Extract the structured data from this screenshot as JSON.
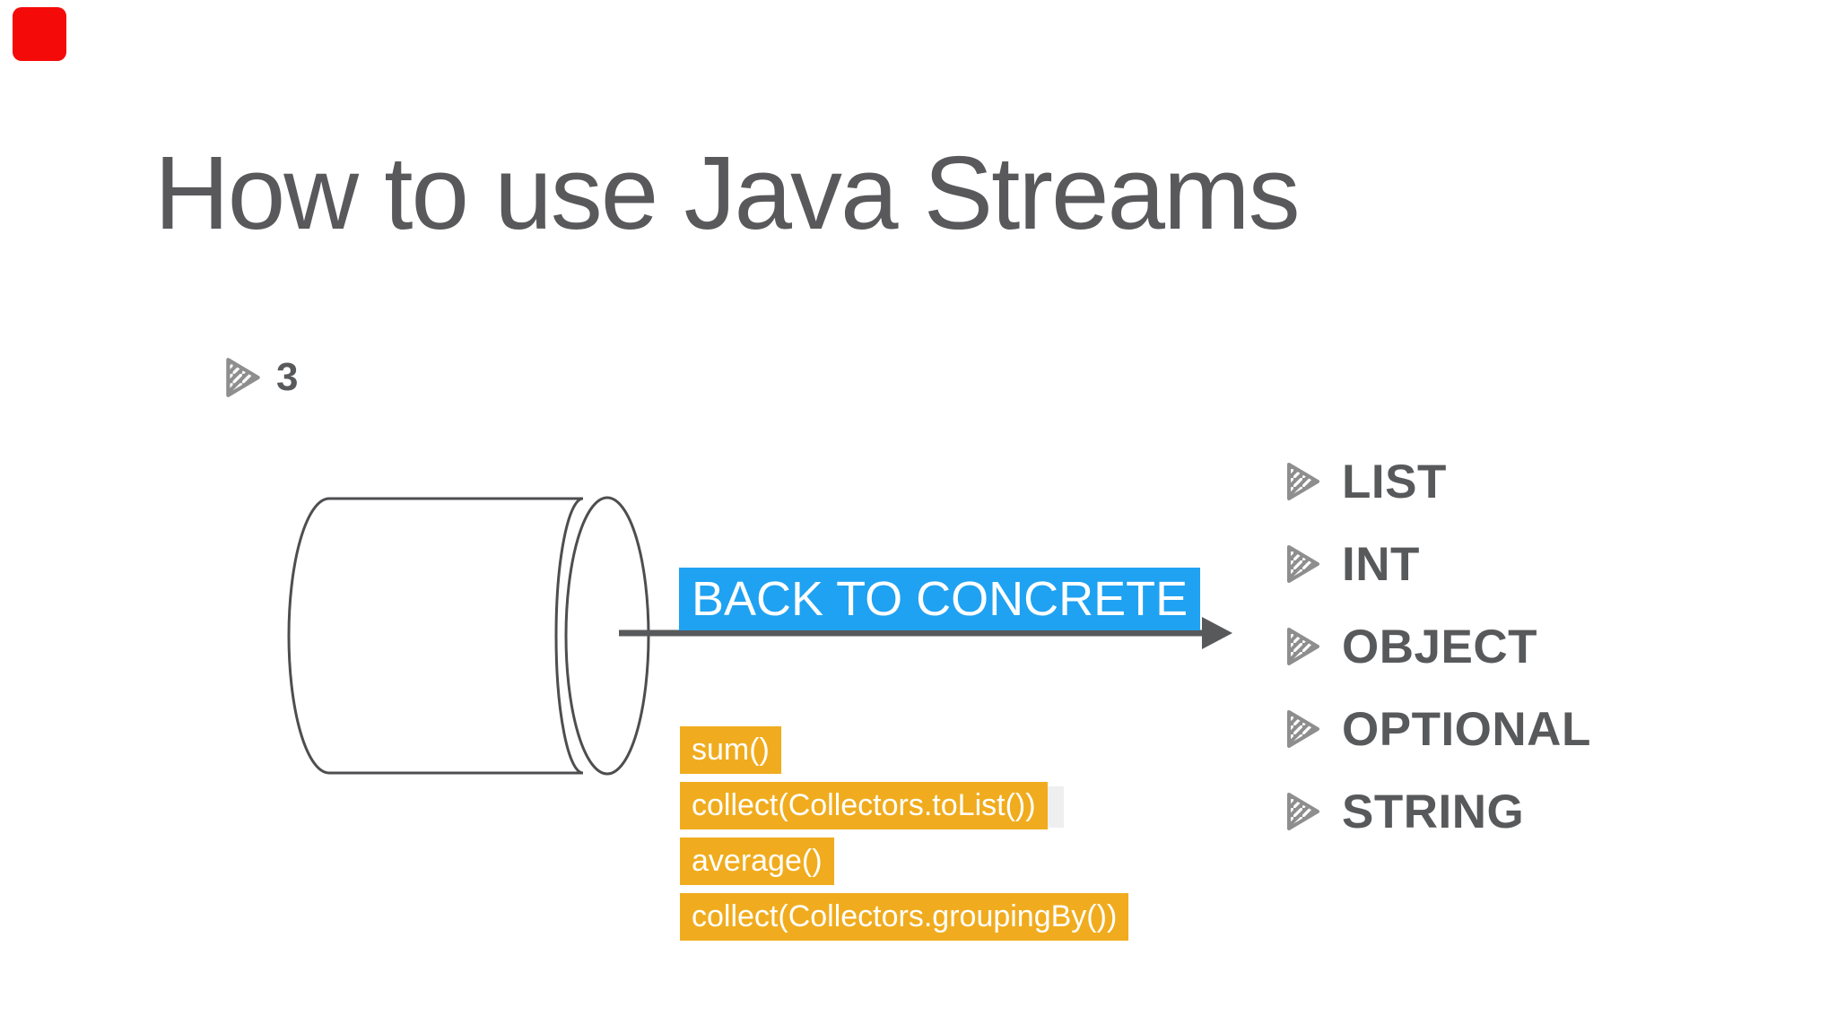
{
  "slide": {
    "title": "How to use Java Streams",
    "step_marker": {
      "number": "3",
      "icon": "hatched-play-triangle-icon"
    },
    "arrow_label": {
      "text": "BACK TO CONCRETE"
    },
    "operations": {
      "items": [
        "sum()",
        "collect(Collectors.toList())",
        "average()",
        "collect(Collectors.groupingBy())"
      ]
    },
    "result_types": {
      "icon": "hatched-play-triangle-icon",
      "items": [
        "LIST",
        "INT",
        "OBJECT",
        "OPTIONAL",
        "STRING"
      ]
    },
    "colors": {
      "recording_badge_red": "#f50a0a",
      "title_gray": "#59595b",
      "arrow_label_blue": "#1fa2f2",
      "operation_yellow": "#f0ac1e",
      "list_text_gray": "#58595b",
      "outline_gray": "#4e4e50",
      "icon_gray": "#8e8e8e"
    }
  }
}
